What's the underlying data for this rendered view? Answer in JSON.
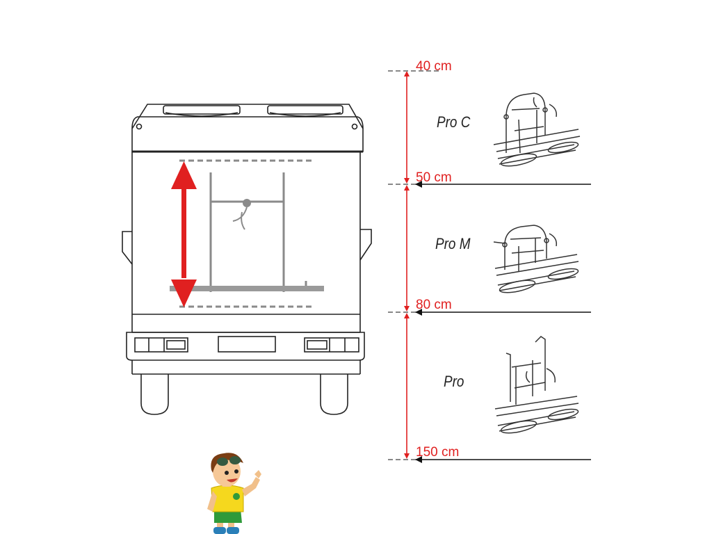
{
  "colors": {
    "accent_red": "#e02020",
    "line_black": "#111111",
    "rack_gray": "#8a8a8a",
    "dash_gray": "#888888"
  },
  "measurements": [
    {
      "label": "40 cm"
    },
    {
      "label": "50 cm"
    },
    {
      "label": "80 cm"
    },
    {
      "label": "150 cm"
    }
  ],
  "models": [
    {
      "label": "Pro C"
    },
    {
      "label": "Pro M"
    },
    {
      "label": "Pro"
    }
  ],
  "icons": [
    "motorhome-rear-icon",
    "bike-carrier-icon",
    "double-arrow-icon",
    "mascot-boy-icon"
  ]
}
